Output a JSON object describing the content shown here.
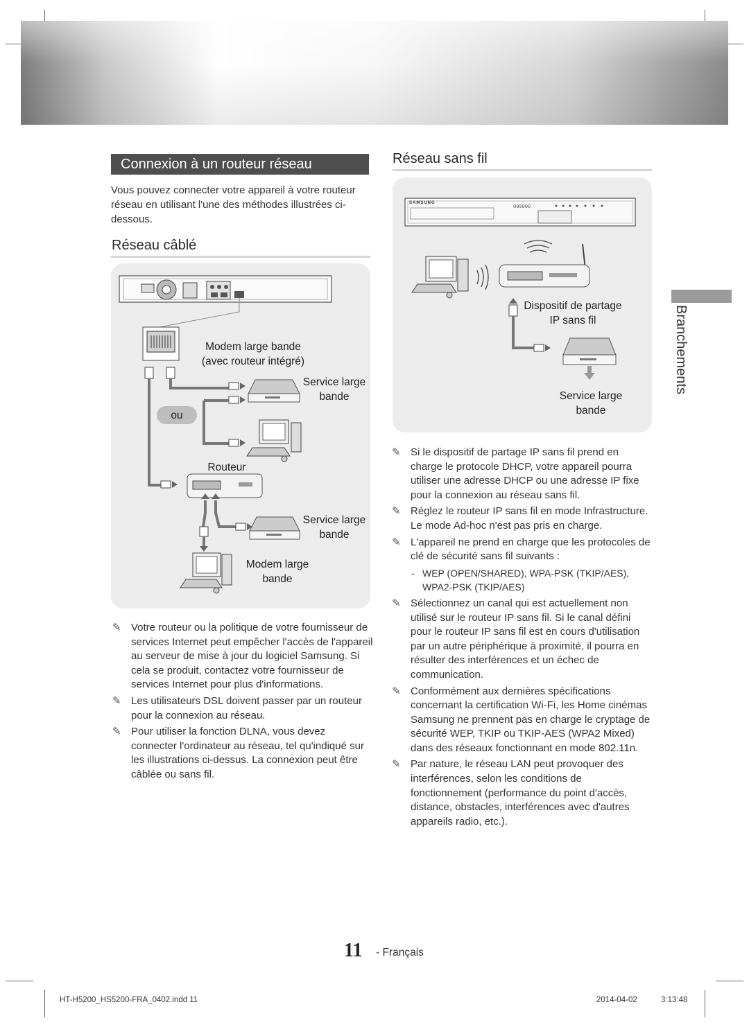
{
  "section_title": "Connexion à un routeur réseau",
  "intro": "Vous pouvez connecter votre appareil à votre routeur réseau en utilisant l'une des méthodes illustrées ci-dessous.",
  "wired": {
    "heading": "Réseau câblé",
    "labels": {
      "modem_router": "Modem large bande (avec routeur intégré)",
      "service1": "Service large bande",
      "ou": "ou",
      "router": "Routeur",
      "service2": "Service large bande",
      "modem": "Modem large bande"
    }
  },
  "wireless": {
    "heading": "Réseau sans fil",
    "labels": {
      "ip_sharer": "Dispositif de partage IP sans fil",
      "service": "Service large bande"
    },
    "device_brand": "SAMSUNG"
  },
  "left_notes": [
    "Votre routeur ou la politique de votre fournisseur de services Internet peut empêcher l'accès de l'appareil au serveur de mise à jour du logiciel Samsung. Si cela se produit, contactez votre fournisseur de services Internet pour plus d'informations.",
    "Les utilisateurs DSL doivent passer par un routeur pour la connexion au réseau.",
    "Pour utiliser la fonction DLNA, vous devez connecter l'ordinateur au réseau, tel qu'indiqué sur les illustrations ci-dessus. La connexion peut être câblée ou sans fil."
  ],
  "right_notes": [
    "Si le dispositif de partage IP sans fil prend en charge le protocole DHCP, votre appareil pourra utiliser une adresse DHCP ou une adresse IP fixe pour la connexion au réseau sans fil.",
    "Réglez le routeur IP sans fil en mode Infrastructure. Le mode Ad-hoc n'est pas pris en charge.",
    "L'appareil ne prend en charge que les protocoles de clé de sécurité sans fil suivants :",
    "Sélectionnez un canal qui est actuellement non utilisé sur le routeur IP sans fil. Si le canal défini pour le routeur IP sans fil est en cours d'utilisation par un autre périphérique à proximité, il pourra en résulter des interférences et un échec de communication.",
    "Conformément aux dernières spécifications concernant la certification Wi-Fi, les Home cinémas Samsung ne prennent pas en charge le cryptage de sécurité WEP, TKIP ou TKIP-AES (WPA2 Mixed) dans des réseaux fonctionnant en mode 802.11n.",
    "Par nature, le réseau LAN peut provoquer des interférences, selon les conditions de fonctionnement (performance du point d'accès, distance, obstacles, interférences avec d'autres appareils radio, etc.)."
  ],
  "security_protocols": "WEP (OPEN/SHARED), WPA-PSK (TKIP/AES), WPA2-PSK (TKIP/AES)",
  "side_tab_label": "Branchements",
  "footer": {
    "page_number": "11",
    "language": "- Français",
    "file": "HT-H5200_HS5200-FRA_0402.indd   11",
    "date": "2014-04-02",
    "time": "3:13:48"
  },
  "icons": {
    "note": "pencil-icon",
    "cable": "ethernet-plug-icon",
    "wireless": "wifi-waves-icon"
  },
  "colors": {
    "heading_bg": "#4f4f4f",
    "panel_bg": "#ececec",
    "side_tab": "#9b9b9b"
  }
}
